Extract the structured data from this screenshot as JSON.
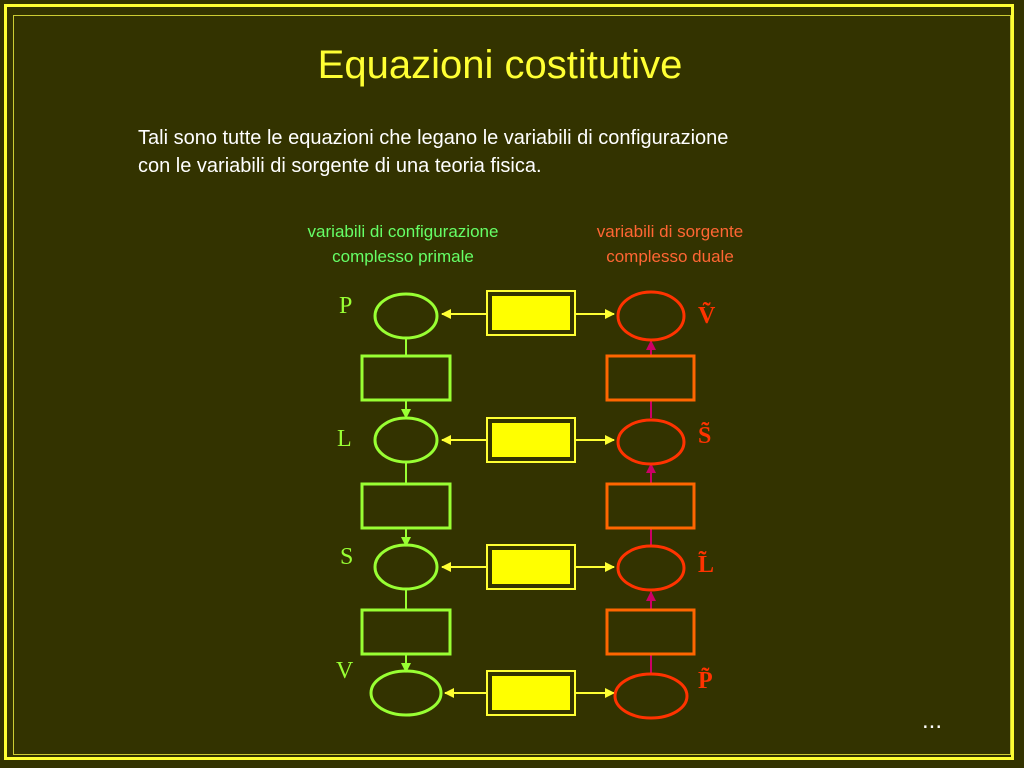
{
  "slide": {
    "title": "Equazioni costitutive",
    "body_lines": [
      "Tali sono tutte le equazioni che legano le variabili di configurazione",
      "con le variabili di sorgente di una teoria fisica."
    ],
    "ellipsis": "..."
  },
  "diagram": {
    "left_heading": [
      "variabili di configurazione",
      "complesso primale"
    ],
    "right_heading": [
      "variabili di sorgente",
      "complesso duale"
    ],
    "left_labels": [
      "P",
      "L",
      "S",
      "V"
    ],
    "right_labels": [
      "Ṽ",
      "S̃",
      "L̃",
      "P̃"
    ]
  },
  "colors": {
    "background": "#333300",
    "frame": "#ffff33",
    "primal": "#99ff33",
    "dual": "#ff3300",
    "dual_box": "#ff6600",
    "constitutive_box_fill": "#ffff00",
    "dual_arrow": "#cc0066",
    "title": "#ffff33"
  }
}
